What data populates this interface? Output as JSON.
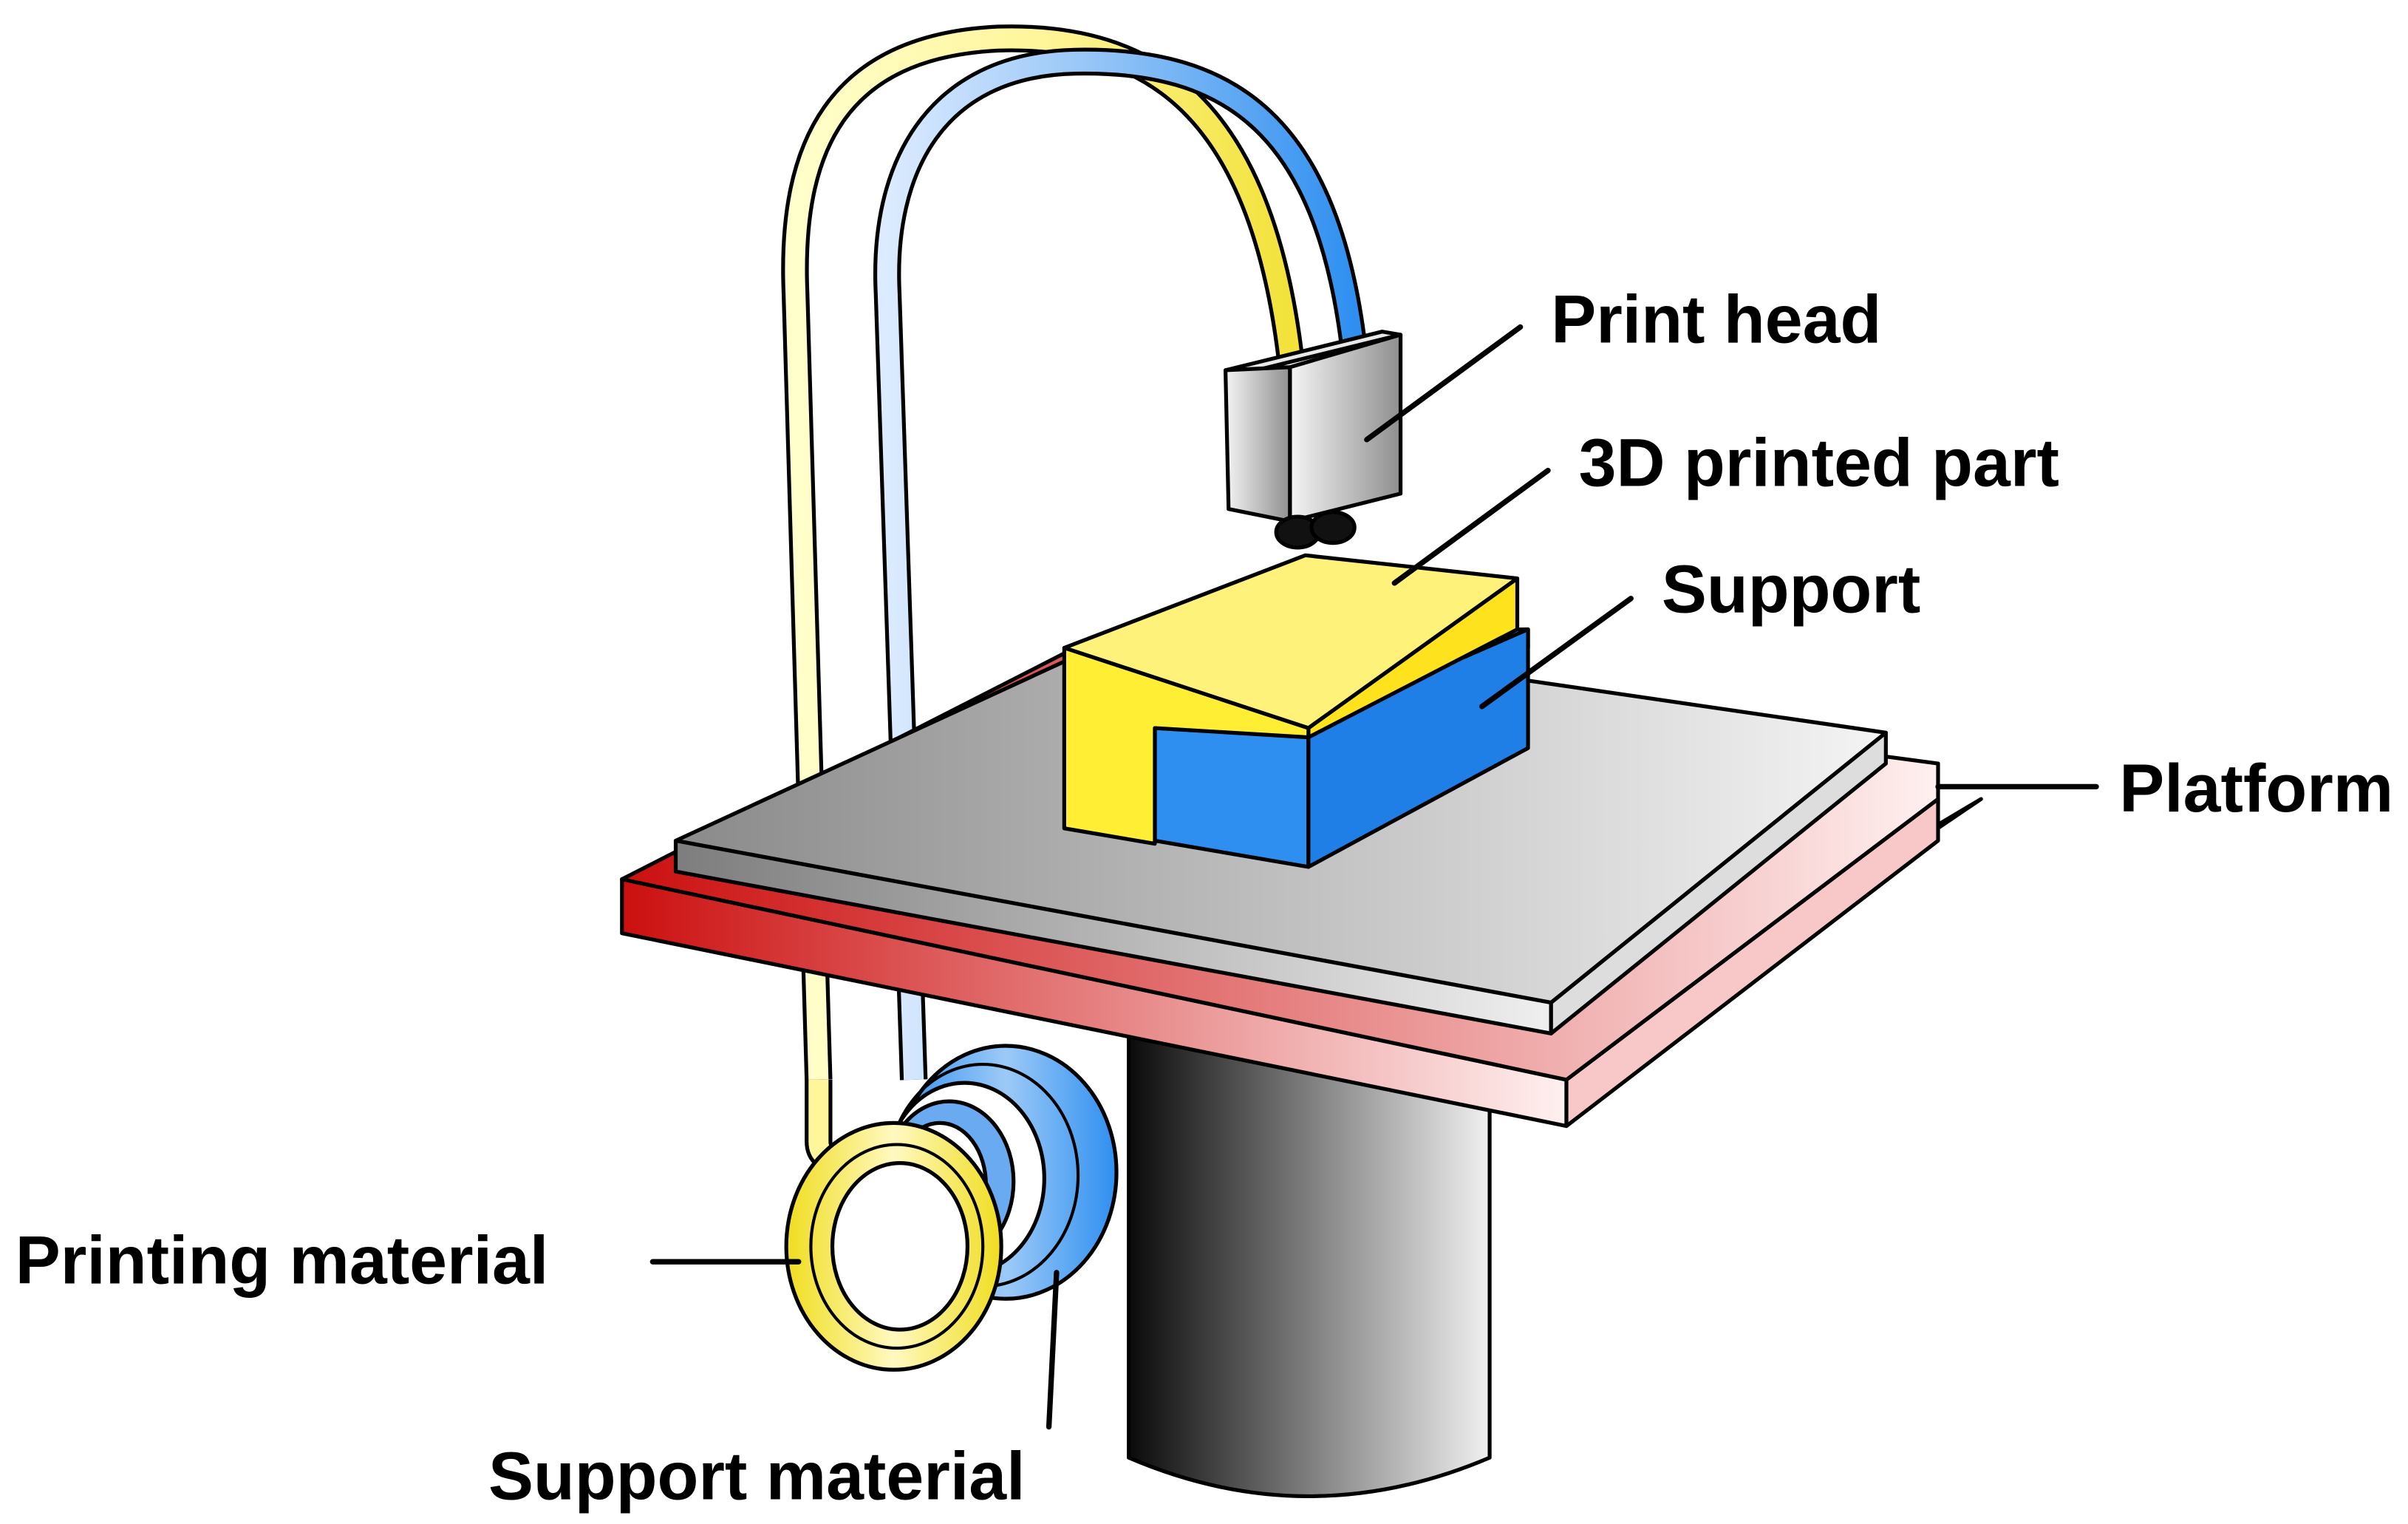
{
  "labels": {
    "print_head": "Print head",
    "printed_part": "3D printed part",
    "support": "Support",
    "platform": "Platform",
    "printing_material": "Printing material",
    "support_material": "Support material"
  },
  "colors": {
    "printing_material": "#ffee33",
    "support_material": "#2f8ff0",
    "platform_base": "#cc1111",
    "build_plate": "#999999",
    "column": "#111111"
  }
}
